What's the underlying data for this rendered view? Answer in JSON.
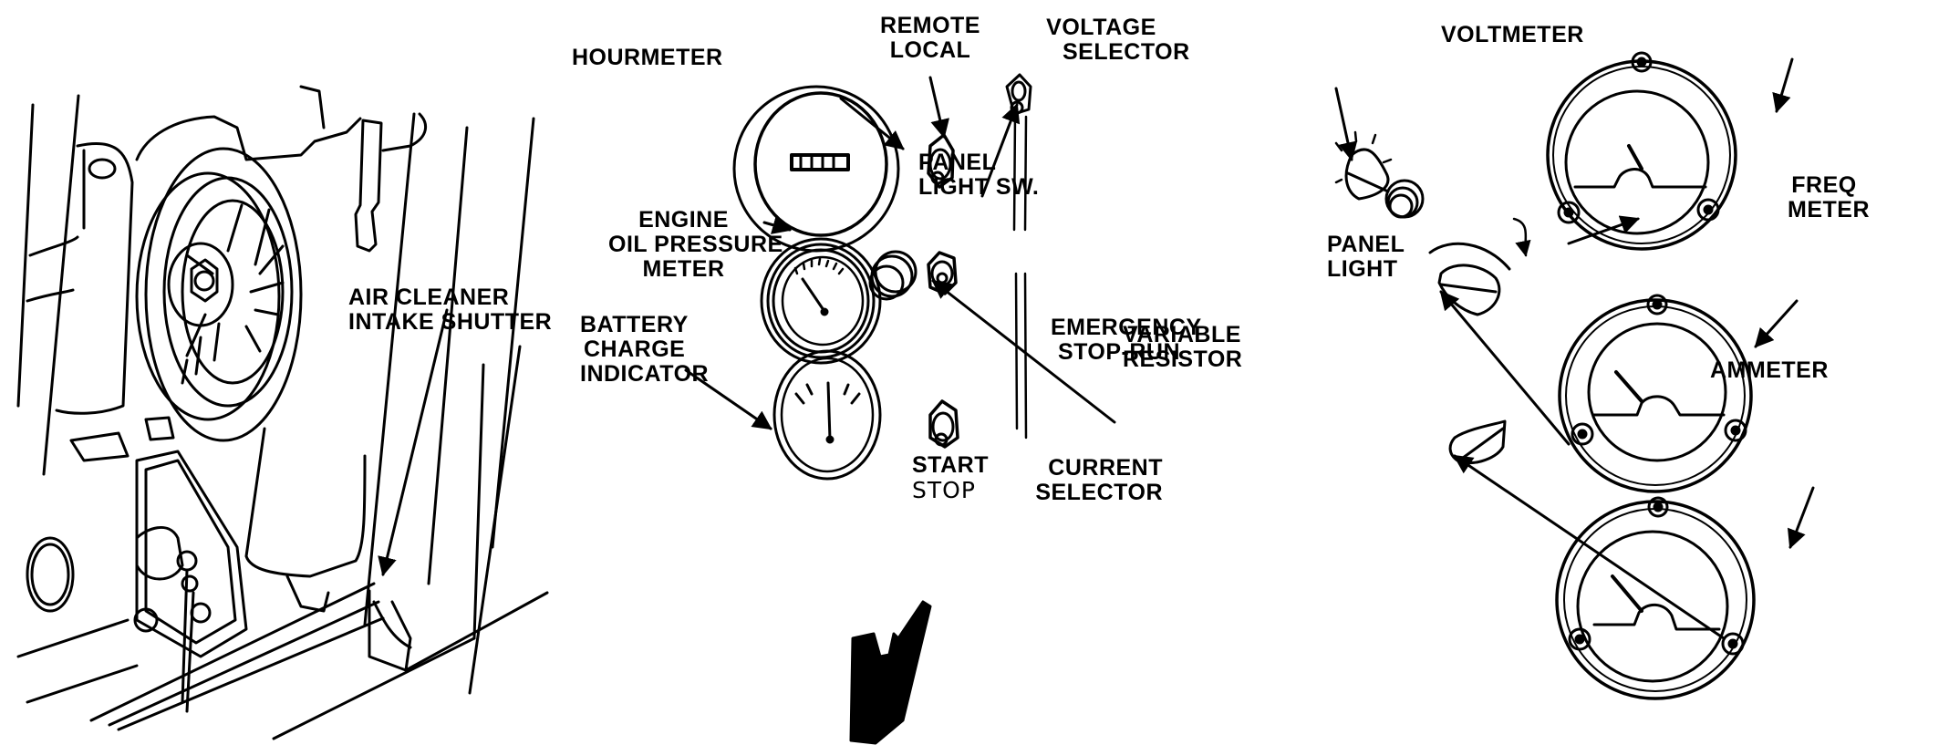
{
  "diagram": {
    "title": "",
    "colors": {
      "ink": "#000000",
      "paper": "#ffffff"
    },
    "labels": {
      "hourmeter": [
        "HOURMETER"
      ],
      "remote_local": [
        "REMOTE",
        "LOCAL"
      ],
      "voltage_selector": [
        "VOLTAGE",
        "SELECTOR"
      ],
      "voltmeter": [
        "VOLTMETER"
      ],
      "panel_light_sw": [
        "PANEL",
        "LIGHT SW."
      ],
      "freq_meter": [
        "FREQ",
        "METER"
      ],
      "panel_light": [
        "PANEL",
        "LIGHT"
      ],
      "engine_oil_pressure_meter": [
        "ENGINE",
        "OIL PRESSURE",
        "METER"
      ],
      "air_cleaner_intake_shutter": [
        "AIR CLEANER",
        "INTAKE SHUTTER"
      ],
      "battery_charge_indicator": [
        "BATTERY",
        "CHARGE",
        "INDICATOR"
      ],
      "emergency_stop_run": [
        "EMERGENCY",
        "STOP-RUN"
      ],
      "variable_resistor": [
        "VARIABLE",
        "RESISTOR"
      ],
      "ammeter": [
        "AMMETER"
      ],
      "start_stop": [
        "START",
        "STOP"
      ],
      "current_selector": [
        "CURRENT",
        "SELECTOR"
      ]
    },
    "icons": [
      "engine-illustration",
      "hourmeter-gauge",
      "toggle-switch",
      "selector-knob",
      "analog-meter",
      "indicator-light",
      "pointing-hand"
    ]
  }
}
